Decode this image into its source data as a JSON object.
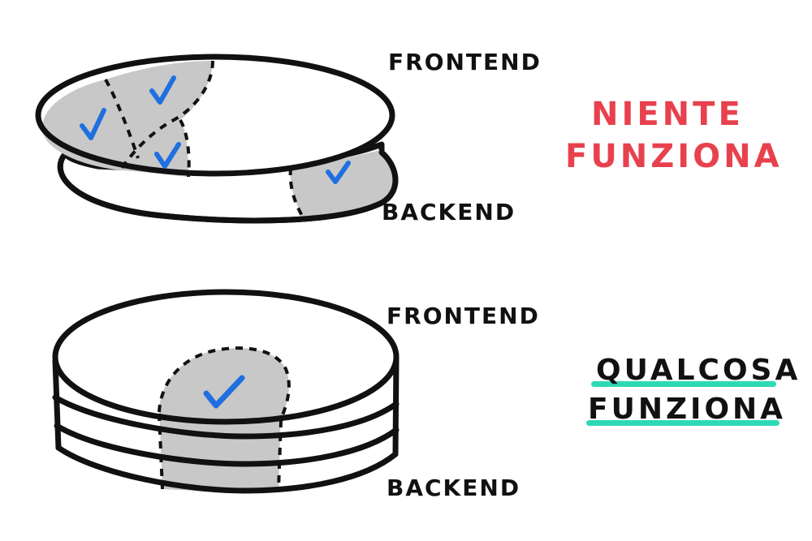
{
  "top_diagram": {
    "frontend_label": "FRONTEND",
    "backend_label": "BACKEND",
    "verdict_line1": "NIENTE",
    "verdict_line2": "FUNZIONA",
    "check_icon": "checkmark-icon"
  },
  "bottom_diagram": {
    "frontend_label": "FRONTEND",
    "backend_label": "BACKEND",
    "verdict_line1": "QUALCOSA",
    "verdict_line2": "FUNZIONA",
    "check_icon": "checkmark-icon"
  },
  "colors": {
    "outline": "#111111",
    "fill_done": "#c8c8c8",
    "check": "#1f6fe0",
    "verdict_red": "#e8414e",
    "underline_green": "#2fd9b6"
  }
}
